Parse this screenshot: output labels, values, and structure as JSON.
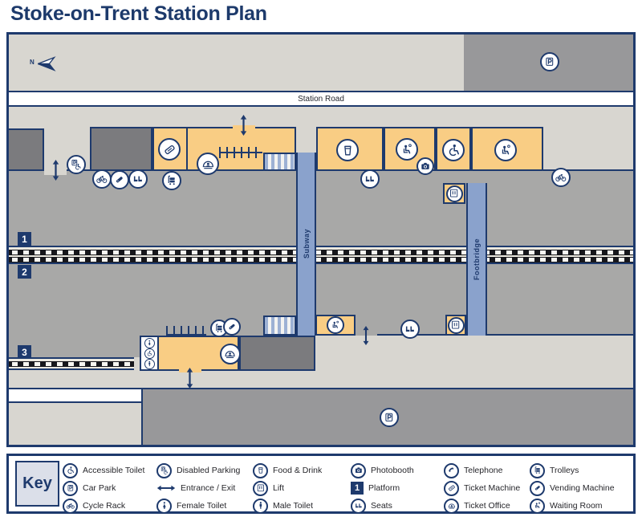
{
  "title": "Stoke-on-Trent Station Plan",
  "map": {
    "north_label": "N",
    "station_road": "Station Road",
    "subway": "Subway",
    "footbridge": "Footbridge",
    "platforms": [
      "1",
      "2",
      "3"
    ]
  },
  "key": {
    "title": "Key",
    "platform_number": "1",
    "items": [
      {
        "icon": "accessible-toilet-icon",
        "label": "Accessible Toilet"
      },
      {
        "icon": "car-park-icon",
        "label": "Car Park"
      },
      {
        "icon": "cycle-rack-icon",
        "label": "Cycle Rack"
      },
      {
        "icon": "disabled-parking-icon",
        "label": "Disabled Parking"
      },
      {
        "icon": "entrance-exit-icon",
        "label": "Entrance / Exit"
      },
      {
        "icon": "female-toilet-icon",
        "label": "Female Toilet"
      },
      {
        "icon": "food-drink-icon",
        "label": "Food & Drink"
      },
      {
        "icon": "lift-icon",
        "label": "Lift"
      },
      {
        "icon": "male-toilet-icon",
        "label": "Male Toilet"
      },
      {
        "icon": "photobooth-icon",
        "label": "Photobooth"
      },
      {
        "icon": "platform-icon",
        "label": "Platform"
      },
      {
        "icon": "seats-icon",
        "label": "Seats"
      },
      {
        "icon": "telephone-icon",
        "label": "Telephone"
      },
      {
        "icon": "ticket-machine-icon",
        "label": "Ticket Machine"
      },
      {
        "icon": "ticket-office-icon",
        "label": "Ticket Office"
      },
      {
        "icon": "trolleys-icon",
        "label": "Trolleys"
      },
      {
        "icon": "vending-machine-icon",
        "label": "Vending Machine"
      },
      {
        "icon": "waiting-room-icon",
        "label": "Waiting Room"
      }
    ]
  },
  "colors": {
    "navy": "#1e3a6d",
    "building_yellow": "#f9cd84",
    "walkway_blue": "#8aa2cc",
    "light_gray": "#d8d6d0",
    "platform_gray": "#a8a8a7",
    "building_dark_gray": "#7b7b7e",
    "car_park_gray": "#98989a",
    "track_bed": "#ece9e0",
    "key_box": "#dbdfe9"
  }
}
